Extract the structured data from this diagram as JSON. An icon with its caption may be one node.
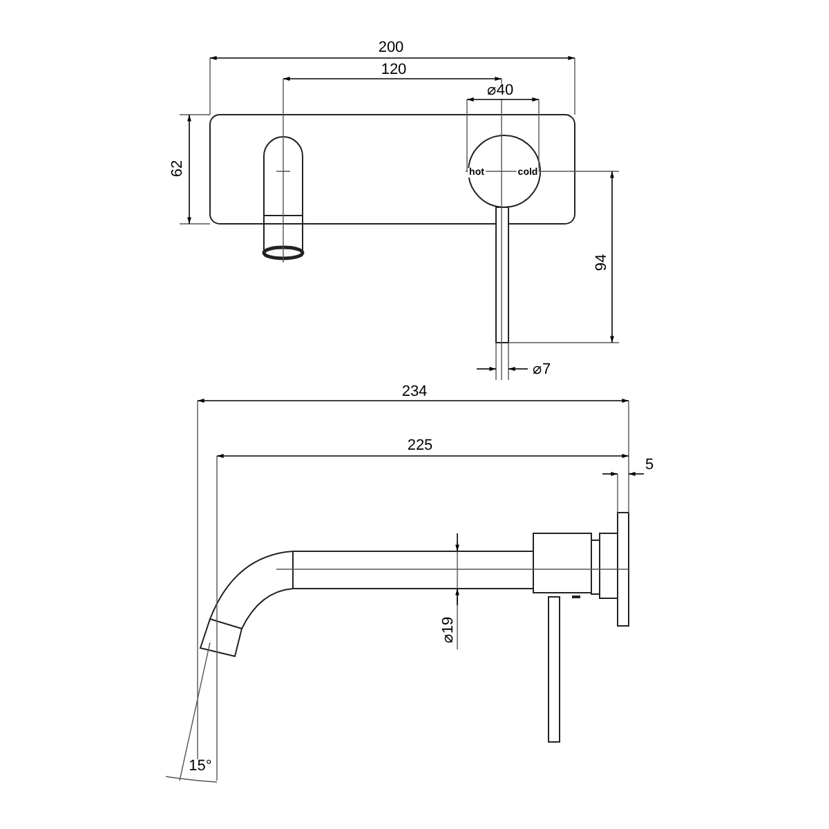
{
  "diagram": {
    "labels": [
      "200",
      "120",
      "⌀40",
      "62",
      "hot",
      "cold",
      "94",
      "⌀7",
      "234",
      "225",
      "5",
      "⌀19",
      "15°"
    ]
  }
}
